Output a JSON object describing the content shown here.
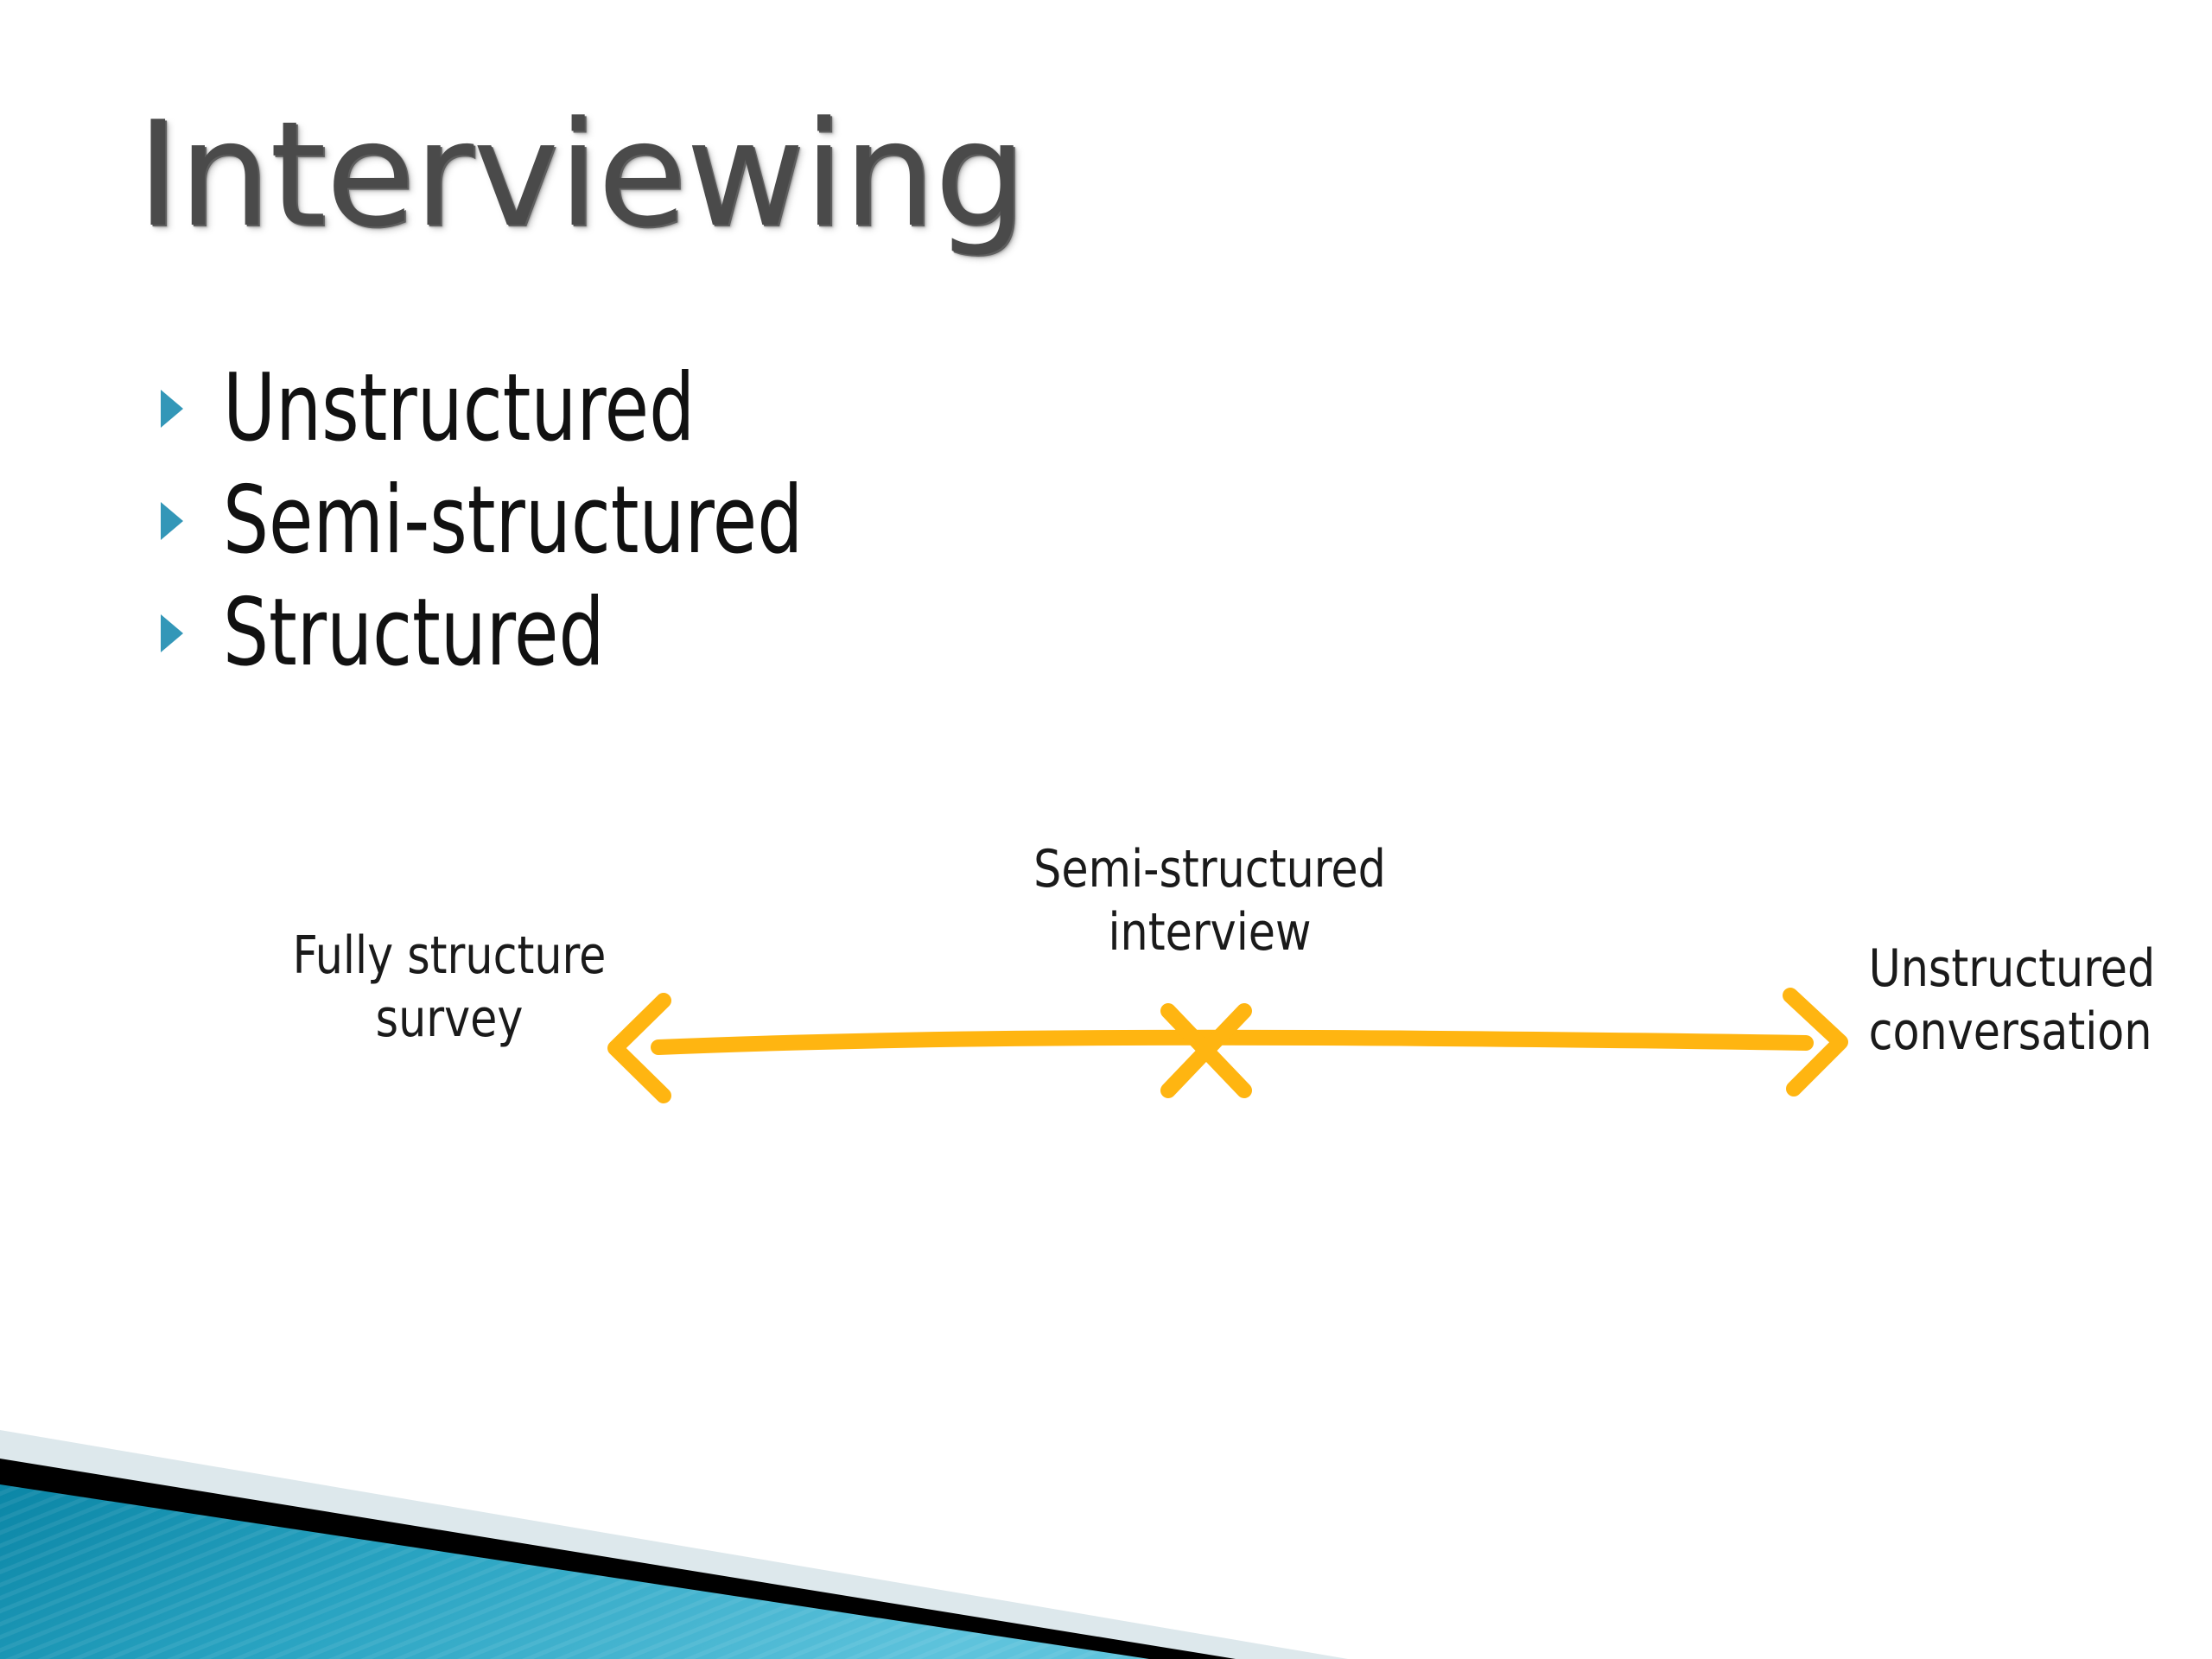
{
  "slide": {
    "title": "Interviewing",
    "background_color": "#ffffff"
  },
  "bullets": {
    "marker_icon": "triangle-right-icon",
    "marker_color": "#3397b8",
    "items": [
      {
        "label": "Unstructured"
      },
      {
        "label": "Semi-structured"
      },
      {
        "label": "Structured"
      }
    ]
  },
  "continuum": {
    "line_color": "#FFB511",
    "left_label": "Fully structure\nsurvey",
    "left_label_line1": "Fully structure",
    "left_label_line2": "survey",
    "center_label_line1": "Semi-structured",
    "center_label_line2": "interview",
    "right_label_line1": "Unstructured",
    "right_label_line2": "conversation",
    "left_arrowhead_icon": "arrow-left-icon",
    "right_arrowhead_icon": "arrow-right-icon",
    "center_marker_icon": "x-mark-icon"
  },
  "decoration": {
    "teal_dark": "#0b86a6",
    "teal_light": "#5ec3dc",
    "black_band": "#000000",
    "pale_band": "#dde8ec"
  }
}
